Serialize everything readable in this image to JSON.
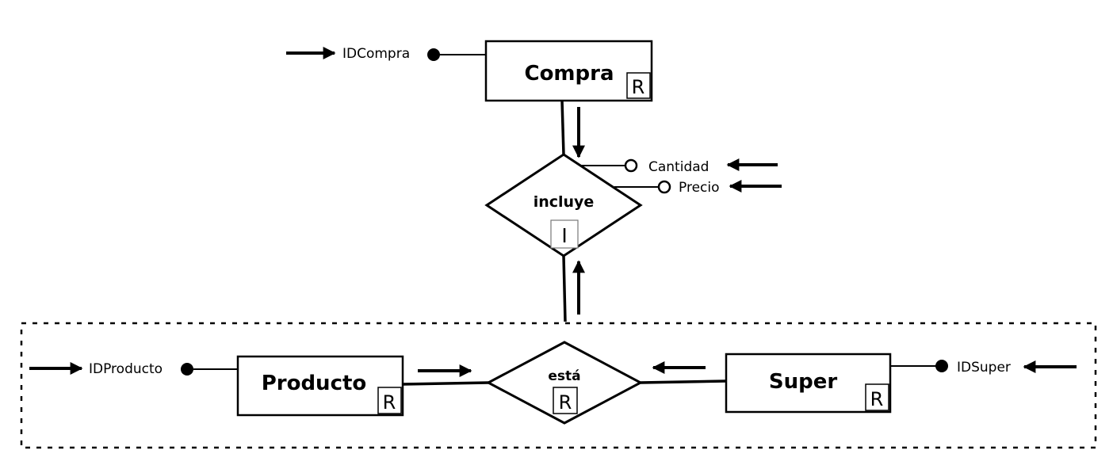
{
  "entities": {
    "compra": {
      "label": "Compra",
      "tag": "R"
    },
    "producto": {
      "label": "Producto",
      "tag": "R"
    },
    "super": {
      "label": "Super",
      "tag": "R"
    }
  },
  "relationships": {
    "incluye": {
      "label": "incluye",
      "tag": "I"
    },
    "esta": {
      "label": "está",
      "tag": "R"
    }
  },
  "attributes": {
    "id_compra": {
      "label": "IDCompra",
      "kind": "identifier"
    },
    "id_producto": {
      "label": "IDProducto",
      "kind": "identifier"
    },
    "id_super": {
      "label": "IDSuper",
      "kind": "identifier"
    },
    "cantidad": {
      "label": "Cantidad",
      "kind": "simple"
    },
    "precio": {
      "label": "Precio",
      "kind": "simple"
    }
  },
  "colors": {
    "stroke": "#000000",
    "background": "#ffffff"
  }
}
